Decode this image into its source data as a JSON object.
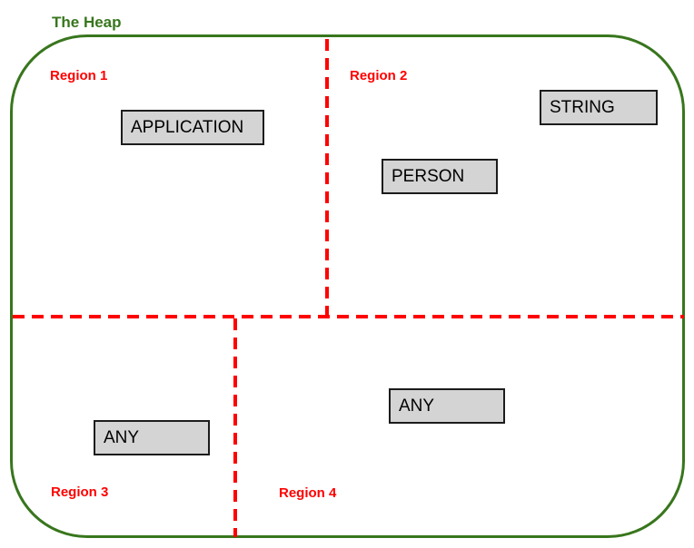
{
  "diagram": {
    "title": "The Heap",
    "colors": {
      "green": "#38761d",
      "red": "#ff0000",
      "box_fill": "#d4d4d4",
      "box_border": "#1c1c1c",
      "text": "#000000"
    },
    "regions": [
      {
        "label": "Region 1"
      },
      {
        "label": "Region 2"
      },
      {
        "label": "Region 3"
      },
      {
        "label": "Region 4"
      }
    ],
    "boxes": [
      {
        "label": "APPLICATION",
        "region": "Region 1"
      },
      {
        "label": "STRING",
        "region": "Region 2"
      },
      {
        "label": "PERSON",
        "region": "Region 2"
      },
      {
        "label": "ANY",
        "region": "Region 3"
      },
      {
        "label": "ANY",
        "region": "Region 4"
      }
    ]
  }
}
